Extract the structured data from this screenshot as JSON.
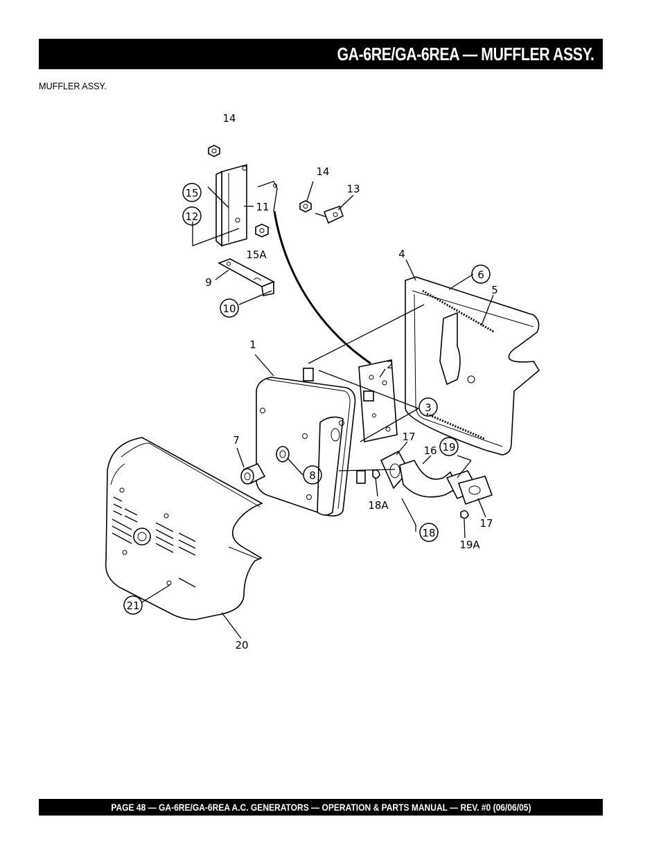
{
  "header": {
    "title": "GA-6RE/GA-6REA — MUFFLER ASSY."
  },
  "section": {
    "subtitle": "MUFFLER ASSY."
  },
  "diagram": {
    "callouts": [
      {
        "id": "c14a",
        "text": "14",
        "circled": false
      },
      {
        "id": "c15",
        "text": "15",
        "circled": true
      },
      {
        "id": "c12",
        "text": "12",
        "circled": true
      },
      {
        "id": "c11",
        "text": "11",
        "circled": false
      },
      {
        "id": "c15a",
        "text": "15A",
        "circled": false
      },
      {
        "id": "c14b",
        "text": "14",
        "circled": false
      },
      {
        "id": "c13",
        "text": "13",
        "circled": false
      },
      {
        "id": "c9",
        "text": "9",
        "circled": false
      },
      {
        "id": "c10",
        "text": "10",
        "circled": true
      },
      {
        "id": "c4",
        "text": "4",
        "circled": false
      },
      {
        "id": "c6",
        "text": "6",
        "circled": true
      },
      {
        "id": "c5",
        "text": "5",
        "circled": false
      },
      {
        "id": "c1",
        "text": "1",
        "circled": false
      },
      {
        "id": "c2",
        "text": "2",
        "circled": false
      },
      {
        "id": "c3",
        "text": "3",
        "circled": true
      },
      {
        "id": "c7",
        "text": "7",
        "circled": false
      },
      {
        "id": "c8",
        "text": "8",
        "circled": true
      },
      {
        "id": "c17a",
        "text": "17",
        "circled": false
      },
      {
        "id": "c16",
        "text": "16",
        "circled": false
      },
      {
        "id": "c19",
        "text": "19",
        "circled": true
      },
      {
        "id": "c18a",
        "text": "18A",
        "circled": false
      },
      {
        "id": "c17b",
        "text": "17",
        "circled": false
      },
      {
        "id": "c18",
        "text": "18",
        "circled": true
      },
      {
        "id": "c19a",
        "text": "19A",
        "circled": false
      },
      {
        "id": "c21",
        "text": "21",
        "circled": true
      },
      {
        "id": "c20",
        "text": "20",
        "circled": false
      }
    ]
  },
  "footer": {
    "text": "PAGE 48 — GA-6RE/GA-6REA A.C. GENERATORS — OPERATION & PARTS MANUAL — REV. #0  (06/06/05)"
  }
}
